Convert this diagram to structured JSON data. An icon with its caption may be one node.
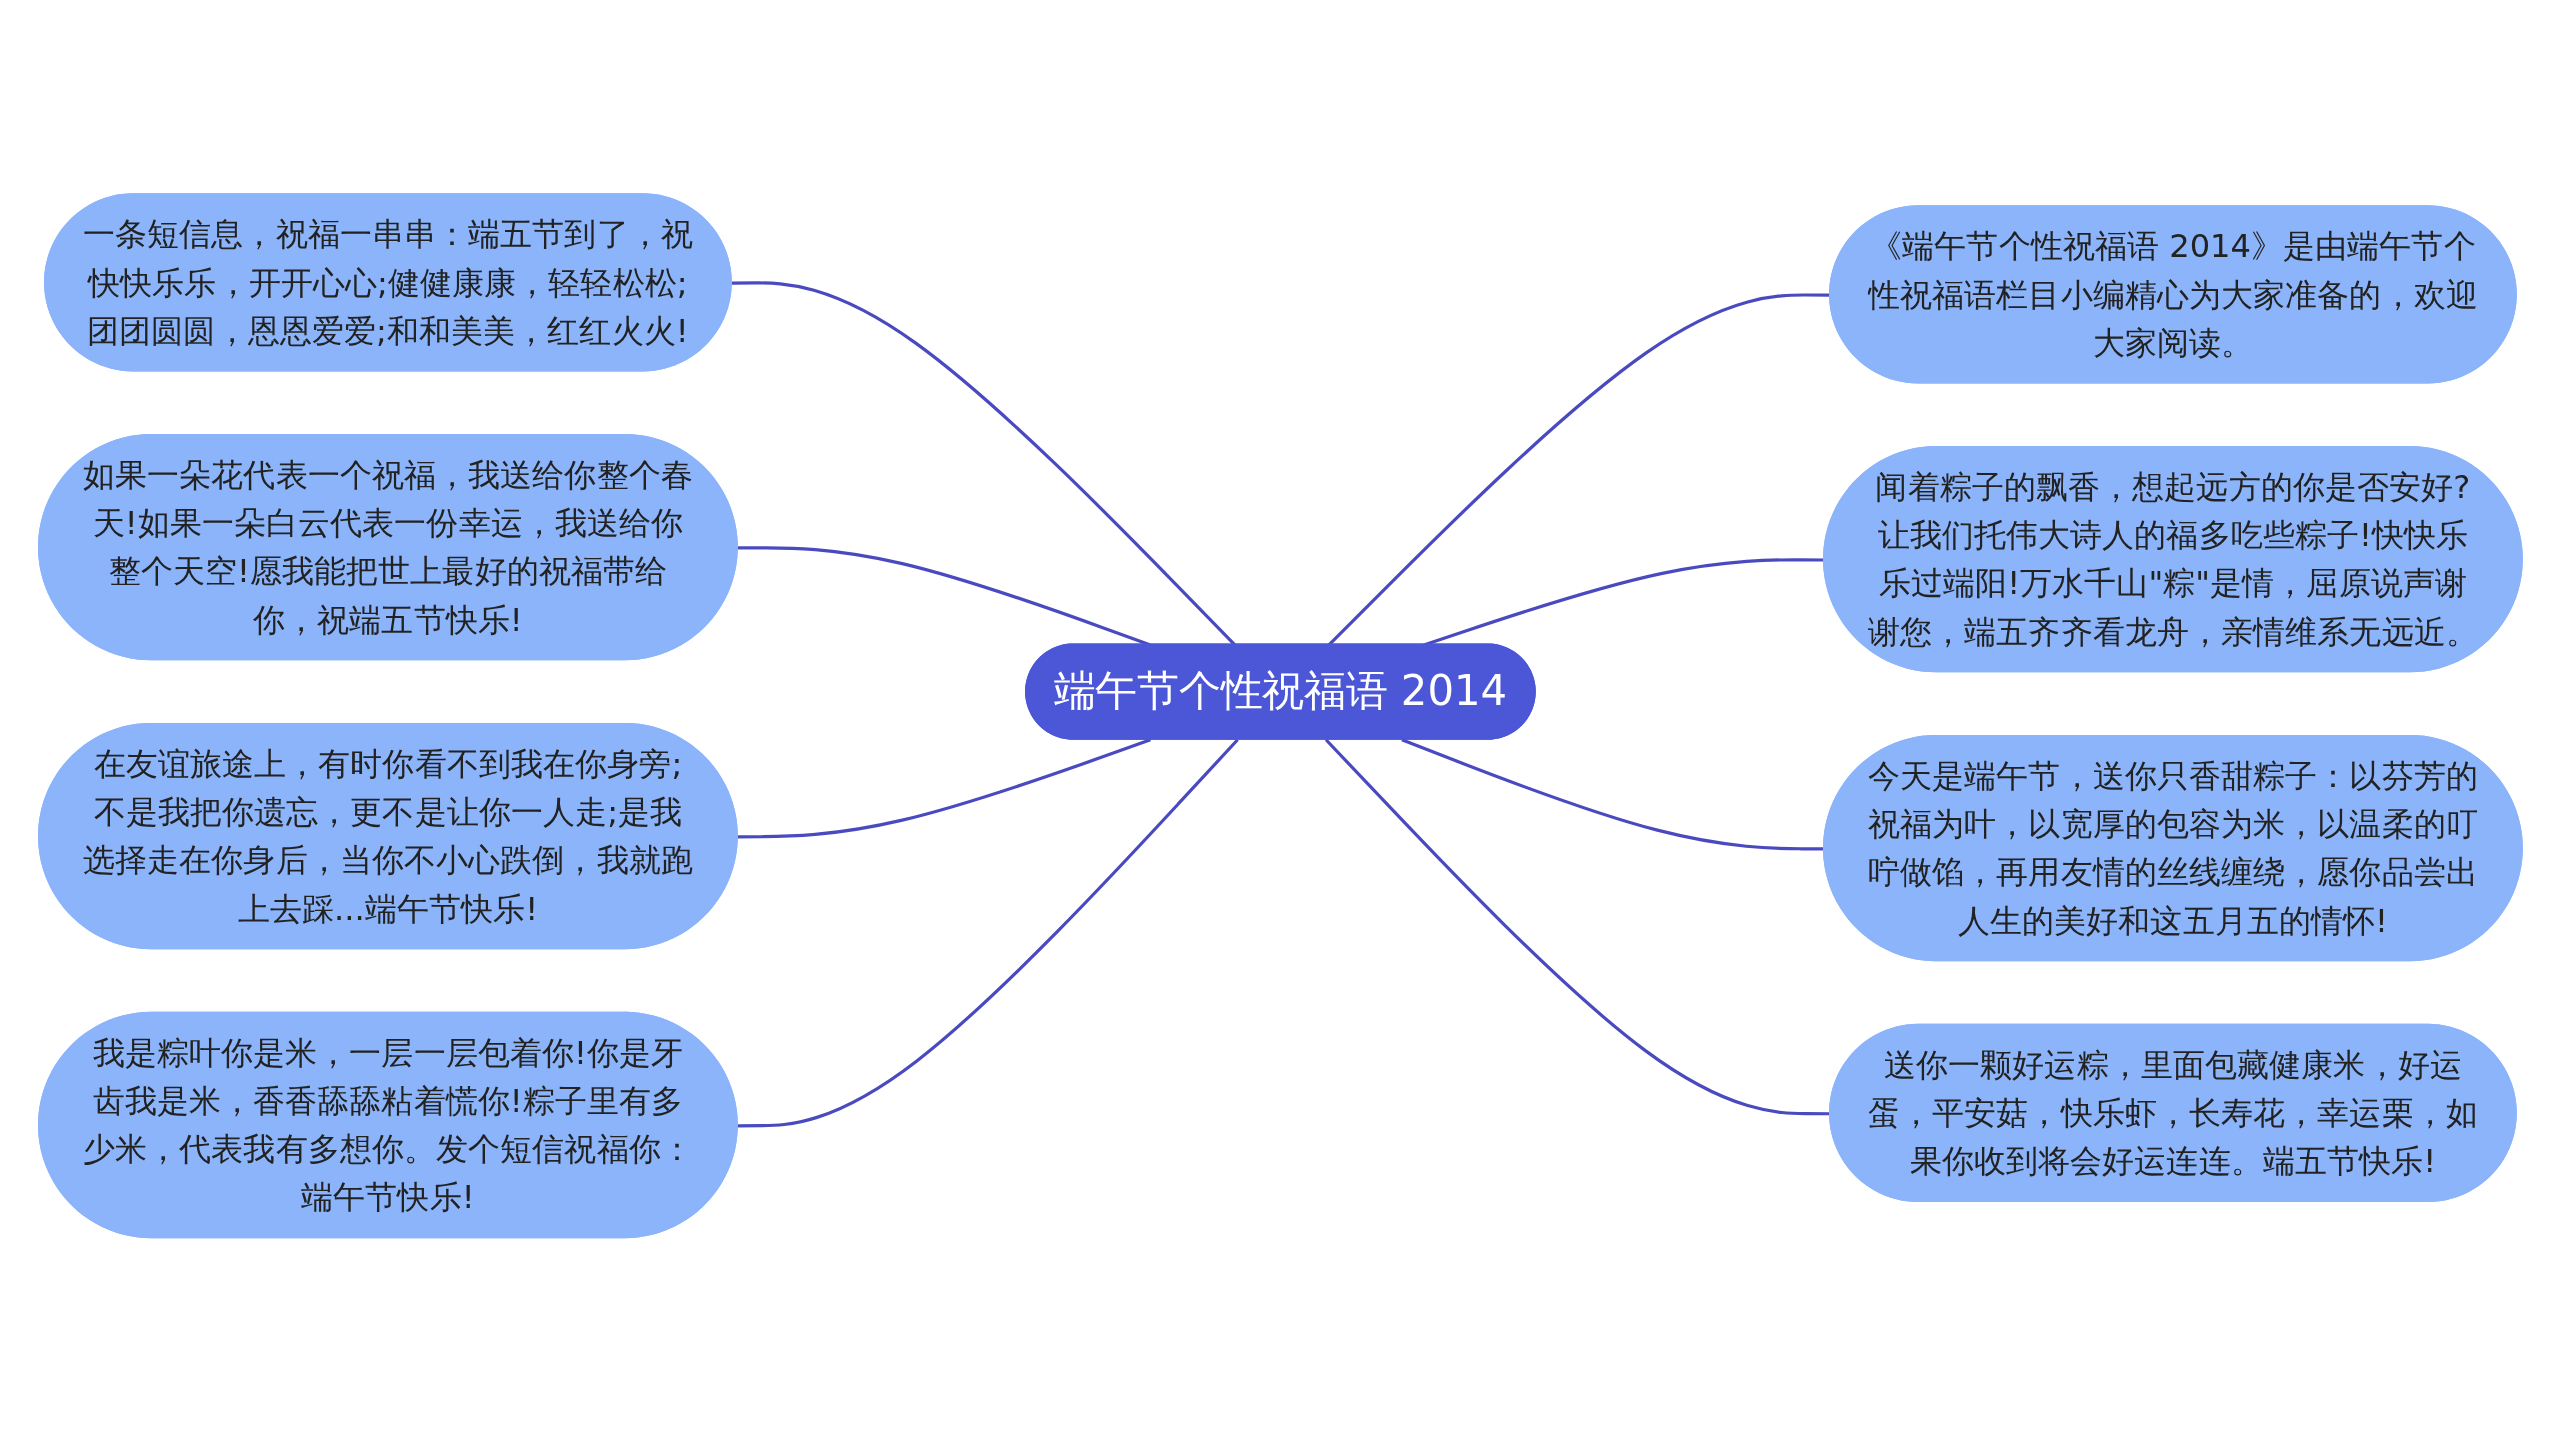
{
  "diagram": {
    "nodes": [
      {
        "text": [
          "端午节个性祝福语 2014"
        ]
      },
      {
        "text": [
          "一条短信息，祝福一串串：端五节到了，祝快快乐乐，开开心心;健健康康，轻轻松松;团团圆圆，恩恩爱爱;和和美美，红红火火!"
        ]
      },
      {
        "text": [
          "如果一朵花代表一个祝福，我送给你整个春天!如果一朵白云代表一份幸运，我送给你整个天空!愿我能把世上最好的祝福带给你，祝端五节快乐!"
        ]
      },
      {
        "text": [
          "在友谊旅途上，有时你看不到我在你身旁;不是我把你遗忘，更不是让你一人走;是我选择走在你身后，当你不小心跌倒，我就跑上去踩...端午节快乐!"
        ]
      },
      {
        "text": [
          "我是粽叶你是米，一层一层包着你!你是牙齿我是米，香香舔舔粘着慌你!粽子里有多少米，代表我有多想你。发个短信祝福你：端午节快乐!"
        ]
      },
      {
        "text": [
          "《端午节个性祝福语 2014》是由端午节个性祝福语栏目小编精心为大家准备的，欢迎大家阅读。"
        ]
      },
      {
        "text": [
          "闻着粽子的飘香，想起远方的你是否安好?让我们托伟大诗人的福多吃些粽子!快快乐乐过端阳!万水千山\"粽\"是情，屈原说声谢谢您，端五齐齐看龙舟，亲情维系无远近。"
        ]
      },
      {
        "text": [
          "今天是端午节，送你只香甜粽子：以芬芳的祝福为叶，以宽厚的包容为米，以温柔的叮咛做馅，再用友情的丝线缠绕，愿你品尝出人生的美好和这五月五的情怀!"
        ]
      },
      {
        "text": [
          "送你一颗好运粽，里面包藏健康米，好运蛋，平安菇，快乐虾，长寿花，幸运栗，如果你收到将会好运连连。端五节快乐!"
        ]
      }
    ],
    "edges": [
      {
        "from": 1,
        "to": 0,
        "arrow": "none"
      },
      {
        "from": 2,
        "to": 0,
        "arrow": "none"
      },
      {
        "from": 3,
        "to": 0,
        "arrow": "none"
      },
      {
        "from": 4,
        "to": 0,
        "arrow": "none"
      },
      {
        "from": 0,
        "to": 5,
        "arrow": "none"
      },
      {
        "from": 0,
        "to": 6,
        "arrow": "none"
      },
      {
        "from": 0,
        "to": 7,
        "arrow": "none"
      },
      {
        "from": 0,
        "to": 8,
        "arrow": "none"
      }
    ]
  }
}
